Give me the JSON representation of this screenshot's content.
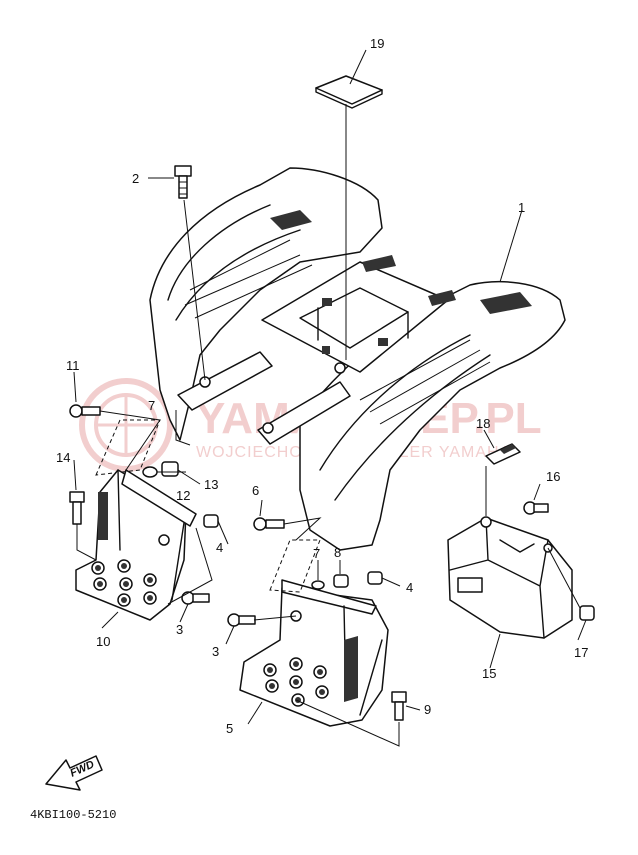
{
  "diagram": {
    "callouts": {
      "c1": "1",
      "c2": "2",
      "c3a": "3",
      "c3b": "3",
      "c4a": "4",
      "c4b": "4",
      "c5": "5",
      "c6": "6",
      "c7a": "7",
      "c7b": "7",
      "c8": "8",
      "c9": "9",
      "c10": "10",
      "c11": "11",
      "c12": "12",
      "c13": "13",
      "c14": "14",
      "c15": "15",
      "c16": "16",
      "c17": "17",
      "c18": "18",
      "c19": "19"
    },
    "fwd_label": "FWD",
    "drawing_code": "4KBI100-5210"
  },
  "watermark": {
    "title": "YAMA SKLEP.PL",
    "subtitle": "WOJCIECHOWICZ | DEALER YAMAHA"
  }
}
